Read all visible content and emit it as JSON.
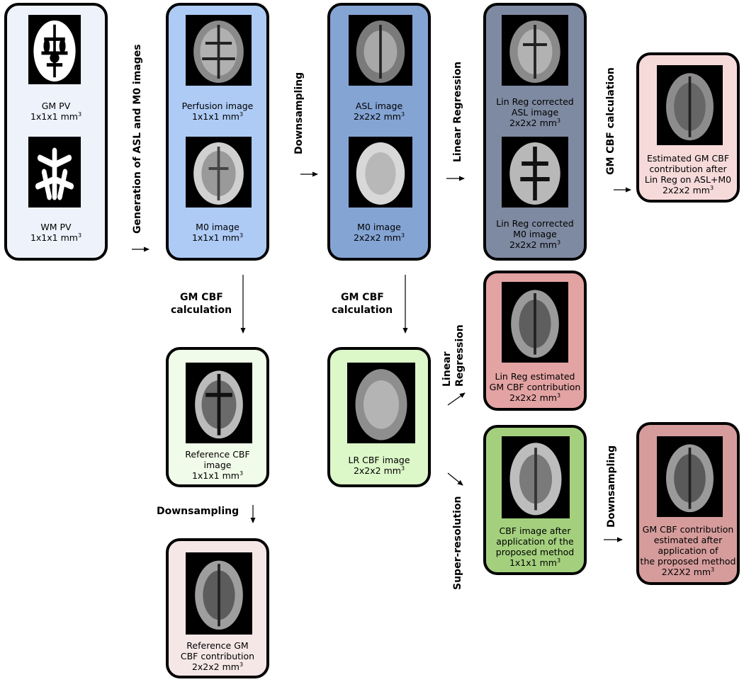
{
  "colors": {
    "pv": "#eef2fb",
    "perfusion": "#aecbf6",
    "asl": "#84a4d4",
    "linreg": "#7e8aa1",
    "est_asl_m0": "#f6dada",
    "lr_est": "#e3a3a3",
    "sr": "#a4d07e",
    "sr_down": "#d69c9c",
    "ref": "#f1fbe9",
    "lr_cbf": "#dcf7c8",
    "ref_down": "#f6e7e7",
    "brain_icon": "brain-slice-icon"
  },
  "steps": {
    "generation": "Generation of ASL and M0 images",
    "downsampling_top": "Downsampling",
    "linreg_top": "Linear Regression",
    "gm_cbf_top": "GM CBF calculation",
    "gm_cbf_left_1": "GM CBF",
    "gm_cbf_left_2": "calculation",
    "gm_cbf_mid_1": "GM CBF",
    "gm_cbf_mid_2": "calculation",
    "linreg_mid_1": "Linear",
    "linreg_mid_2": "Regression",
    "super_resolution": "Super-resolution",
    "downsampling_right": "Downsampling",
    "downsampling_bottom": "Downsampling"
  },
  "panels": {
    "gm_pv": {
      "line1": "GM PV",
      "line2": "1x1x1 mm",
      "sup": "3"
    },
    "wm_pv": {
      "line1": "WM PV",
      "line2": "1x1x1 mm",
      "sup": "3"
    },
    "perfusion": {
      "line1": "Perfusion image",
      "line2": "1x1x1 mm",
      "sup": "3"
    },
    "m0_hr": {
      "line1": "M0 image",
      "line2": "1x1x1 mm",
      "sup": "3"
    },
    "asl": {
      "line1": "ASL image",
      "line2": "2x2x2 mm",
      "sup": "3"
    },
    "m0_lr": {
      "line1": "M0 image",
      "line2": "2x2x2 mm",
      "sup": "3"
    },
    "lr_asl": {
      "line1": "Lin Reg corrected",
      "line2": "ASL image",
      "line3": "2x2x2 mm",
      "sup": "3"
    },
    "lr_m0": {
      "line1": "Lin Reg corrected",
      "line2": "M0 image",
      "line3": "2x2x2 mm",
      "sup": "3"
    },
    "est_gm": {
      "line1": "Estimated GM CBF",
      "line2": "contribution after",
      "line3": "Lin Reg on ASL+M0",
      "line4": "2x2x2 mm",
      "sup": "3"
    },
    "lr_est_gm": {
      "line1": "Lin Reg estimated",
      "line2": "GM CBF contribution",
      "line3": "2x2x2 mm",
      "sup": "3"
    },
    "ref_cbf": {
      "line1": "Reference CBF",
      "line2": "image",
      "line3": "1x1x1 mm",
      "sup": "3"
    },
    "lr_cbf": {
      "line1": "LR CBF image",
      "line2": "2x2x2 mm",
      "sup": "3"
    },
    "sr_cbf": {
      "line1": "CBF image after",
      "line2": "application of the",
      "line3": "proposed method",
      "line4": "1x1x1 mm",
      "sup": "3"
    },
    "sr_gm": {
      "line1": "GM CBF contribution",
      "line2": "estimated after",
      "line3": "application of",
      "line4": "the proposed method",
      "line5": "2X2X2 mm",
      "sup": "3"
    },
    "ref_gm": {
      "line1": "Reference GM",
      "line2": "CBF contribution",
      "line3": "2x2x2 mm",
      "sup": "3"
    }
  }
}
